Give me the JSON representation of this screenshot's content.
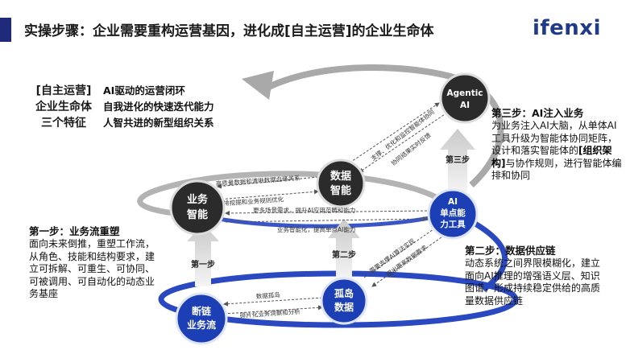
{
  "header": {
    "title": "实操步骤：企业需要重构运营基因，进化成[自主运营]的企业生命体",
    "logo": "ifenxi"
  },
  "features": {
    "title": [
      "[自主运营]",
      "企业生命体",
      "三个特征"
    ],
    "items": [
      "AI驱动的运营闭环",
      "自我进化的快速迭代能力",
      "人智共进的新型组织关系"
    ]
  },
  "nodes": {
    "agentic": [
      "Agentic",
      "AI"
    ],
    "data_intel": [
      "数据",
      "智能"
    ],
    "biz_intel": [
      "业务",
      "智能"
    ],
    "ai_tool": [
      "AI",
      "单点能",
      "力工具"
    ],
    "data_island": [
      "孤岛",
      "数据"
    ],
    "broken_chain": [
      "断链",
      "业务流"
    ]
  },
  "flows": {
    "f1": "支撑、优化和监控智能体协同",
    "f2": "协同结果实时反馈",
    "f3": "高质量数据和清晰数据血缘关系",
    "f4": "编排挖掘和业务规则优化",
    "f5": "更多场景需求，提升AI应用范畴和能力",
    "f6": "业务智能化，提高单点AI能力",
    "f7": "需要支撑AI算法实现",
    "f8": "提出更高数据要求",
    "f9": "数据孤岛",
    "f10": "碎片化业务洞察和分析"
  },
  "step_tags": {
    "step1": "第一步",
    "step2": "第二步",
    "step3": "第三步"
  },
  "steps": {
    "step3": {
      "title": "第三步：AI注入业务",
      "desc_a": "为业务注入AI大脑，从单体AI工具升级为智能体协同矩阵，设计和落实智能体的",
      "desc_bold": "[组织架构]",
      "desc_b": "与协作规则，进行智能体编排和协同"
    },
    "step1": {
      "title": "第一步：业务流重塑",
      "desc": "面向未来倒推，重塑工作流，从角色、技能和结构要求，建立可拆解、可重生、可协同、可被调用、可自动化的动态业务基座"
    },
    "step2": {
      "title": "第二步：数据供应链",
      "desc": "动态系统之间界限模糊化，建立面向AI推理的增强语义层、知识图谱，形成持续稳定供给的高质量数据供应链"
    }
  },
  "colors": {
    "brand": "#1f2a7a",
    "dark_node": "#2b2b2b",
    "blue_node": "#1c3fb5",
    "spiral_grey": "#a9a9a9",
    "spiral_blue": "#2a48c0"
  }
}
